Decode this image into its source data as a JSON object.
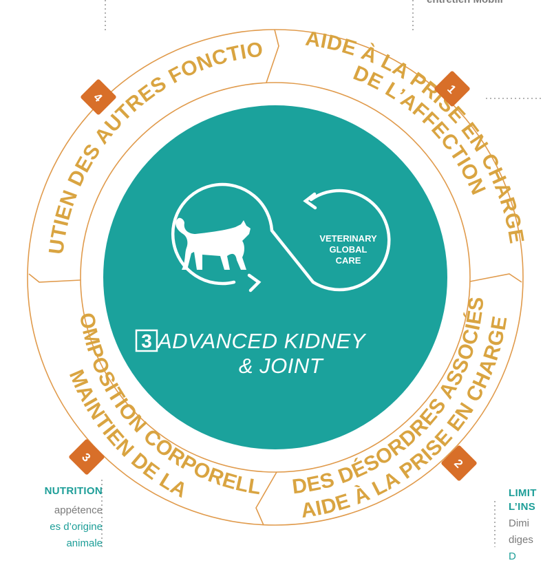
{
  "colors": {
    "ring_line": "#e09a4b",
    "ring_text": "#d9a441",
    "badge": "#d86f29",
    "center": "#1ba29c",
    "white": "#ffffff",
    "accent_teal": "#1d9e98",
    "muted_text": "#7b7b7b"
  },
  "top_text": "entretien   Mobili",
  "segments": [
    {
      "number": "1",
      "lines": [
        "AIDE À LA PRISE EN CHARGE",
        "DE L’AFFECTION"
      ]
    },
    {
      "number": "2",
      "lines": [
        "AIDE À LA PRISE EN CHARGE",
        "DES DÉSORDRES ASSOCIÉS"
      ]
    },
    {
      "number": "3",
      "lines": [
        "MAINTIEN DE LA",
        "COMPOSITION CORPORELLE"
      ]
    },
    {
      "number": "4",
      "lines": [
        "SOUTIEN DES AUTRES FONCTIONS"
      ]
    }
  ],
  "center": {
    "care_lines": [
      "VETERINARY",
      "GLOBAL",
      "CARE"
    ],
    "product_number": "3",
    "product_lines": [
      "ADVANCED KIDNEY",
      "& JOINT"
    ],
    "icons": [
      "cat-icon",
      "arrow-icon"
    ]
  },
  "left_panel": {
    "heading": "NUTRITION",
    "line1": "appétence",
    "line2": "es d’origine",
    "line3": "animale"
  },
  "right_panel": {
    "heading1": "LIMIT",
    "heading2": "L’INS",
    "line1": "Dimi",
    "line2": "diges",
    "line3": "D"
  }
}
